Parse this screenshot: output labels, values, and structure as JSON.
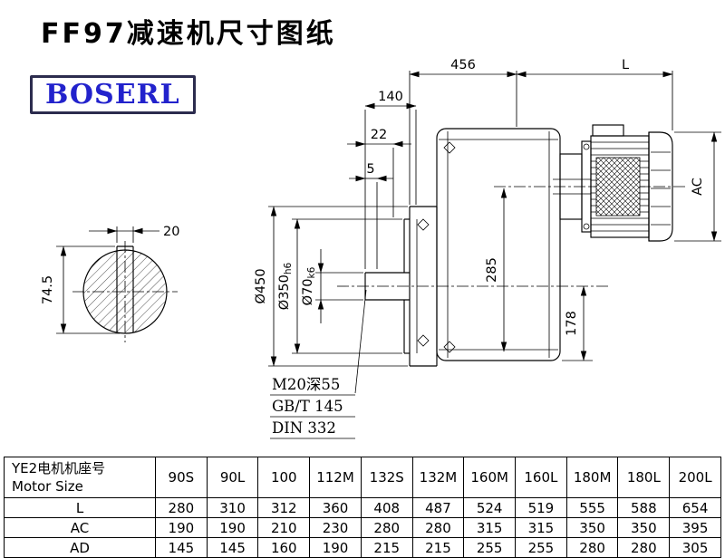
{
  "page": {
    "title": "FF97减速机尺寸图纸",
    "brand": "BOSERL"
  },
  "drawing": {
    "dim_456": "456",
    "dim_L": "L",
    "dim_140": "140",
    "dim_22": "22",
    "dim_5": "5",
    "dim_AC": "AC",
    "dim_285": "285",
    "dim_178": "178",
    "dim_dia450": "Ø450",
    "dia350_main": "Ø350",
    "dia350_tol": "h6",
    "dia70_main": "Ø70",
    "dia70_tol": "k6",
    "dim_20": "20",
    "dim_74_5": "74.5",
    "note_thread": "M20深55",
    "note_gb": "GB/T 145",
    "note_din": "DIN 332"
  },
  "table": {
    "header_line1": "YE2电机机座号",
    "header_line2": "Motor Size",
    "columns": [
      "90S",
      "90L",
      "100",
      "112M",
      "132S",
      "132M",
      "160M",
      "160L",
      "180M",
      "180L",
      "200L"
    ],
    "rows": [
      {
        "label": "L",
        "values": [
          "280",
          "310",
          "312",
          "360",
          "408",
          "487",
          "524",
          "519",
          "555",
          "588",
          "654"
        ]
      },
      {
        "label": "AC",
        "values": [
          "190",
          "190",
          "210",
          "230",
          "280",
          "280",
          "315",
          "315",
          "350",
          "350",
          "395"
        ]
      },
      {
        "label": "AD",
        "values": [
          "145",
          "145",
          "160",
          "190",
          "215",
          "215",
          "255",
          "255",
          "280",
          "280",
          "305"
        ]
      }
    ]
  }
}
